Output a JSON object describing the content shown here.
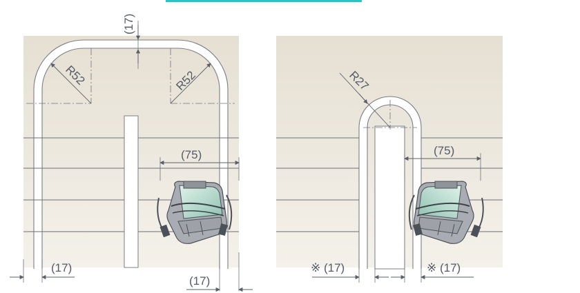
{
  "header": {
    "accent_color": "#27c4c8"
  },
  "colors": {
    "panel": "#e8e3d8",
    "rail": "#7a7d84",
    "text": "#555a66",
    "camera_glass": "#bfe3d6"
  },
  "left_diagram": {
    "top_gap": "(17)",
    "radius_left": "R52",
    "radius_right": "R52",
    "width_label": "(75)",
    "bottom_left_gap": "(17)",
    "bottom_right_gap": "(17)"
  },
  "right_diagram": {
    "radius": "R27",
    "width_label": "(75)",
    "bottom_left_gap": "※ (17)",
    "bottom_right_gap": "※ (17)"
  },
  "icons": [
    "camera-icon",
    "camera-icon"
  ]
}
